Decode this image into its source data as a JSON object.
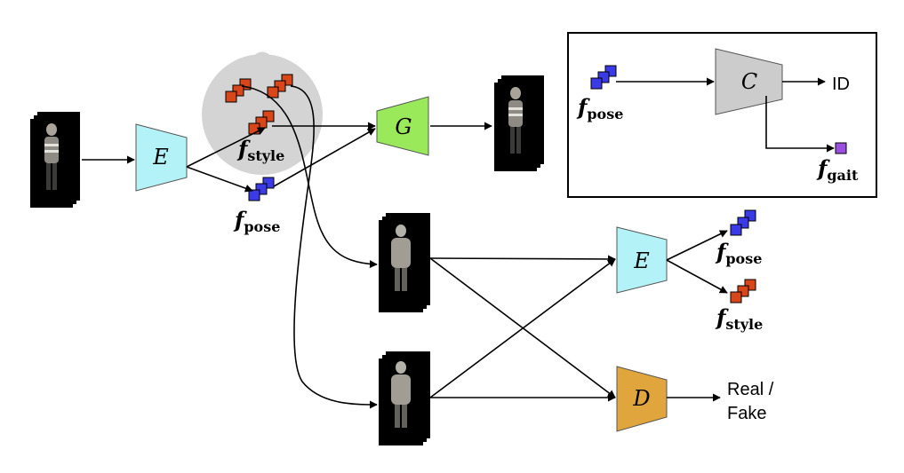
{
  "blocks": {
    "encoder_main": {
      "label": "E",
      "color": "#b3f3f7"
    },
    "generator": {
      "label": "G",
      "color": "#9ae95a"
    },
    "encoder_second": {
      "label": "E",
      "color": "#b3f3f7"
    },
    "discriminator": {
      "label": "D",
      "color": "#e0a53c"
    },
    "classifier": {
      "label": "C",
      "color": "#cccccc"
    }
  },
  "features": {
    "style": {
      "symbol": "f",
      "subscript": "style",
      "color": "#d9461a"
    },
    "pose": {
      "symbol": "f",
      "subscript": "pose",
      "color": "#3a3ae6"
    },
    "gait": {
      "symbol": "f",
      "subscript": "gait",
      "color": "#9b4fe0"
    }
  },
  "outputs": {
    "id_label": "ID",
    "real_fake_line1": "Real /",
    "real_fake_line2": "Fake"
  },
  "colors": {
    "arrow": "#000000",
    "cluster_bg": "#d4d4d4",
    "inset_border": "#000000"
  }
}
